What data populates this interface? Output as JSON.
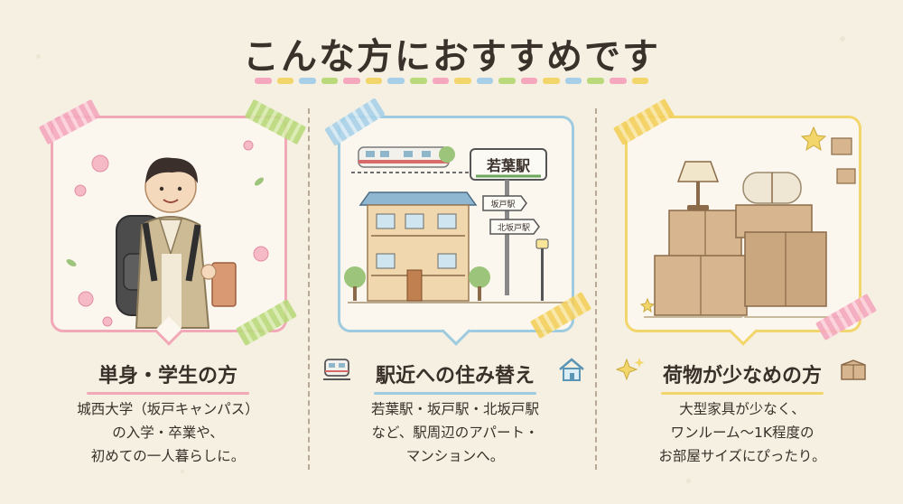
{
  "title": "こんな方におすすめです",
  "colors": {
    "pink": "#f2a9b7",
    "blue": "#9ecbe0",
    "yellow": "#f3d66b",
    "green": "#b9d97b",
    "text": "#3a302a",
    "background": "#f6f0e2"
  },
  "cards": [
    {
      "heading": "単身・学生の方",
      "description": [
        "城西大学（坂戸キャンパス）",
        "の入学・卒業や、",
        "初めての一人暮らしに。"
      ],
      "illustration": "student-illustration"
    },
    {
      "heading": "駅近への住み替え",
      "description": [
        "若葉駅・坂戸駅・北坂戸駅",
        "など、駅周辺のアパート・",
        "マンションへ。"
      ],
      "illustration": "station-apartment-illustration",
      "sign_main": "若葉駅",
      "sign_arrow1": "坂戸駅",
      "sign_arrow2": "北坂戸駅",
      "icon_left": "train-icon",
      "icon_right": "house-icon"
    },
    {
      "heading": "荷物が少なめの方",
      "description": [
        "大型家具が少なく、",
        "ワンルーム〜1K程度の",
        "お部屋サイズにぴったり。"
      ],
      "illustration": "boxes-illustration",
      "icon_left": "sparkle-icon",
      "icon_right": "box-icon"
    }
  ]
}
